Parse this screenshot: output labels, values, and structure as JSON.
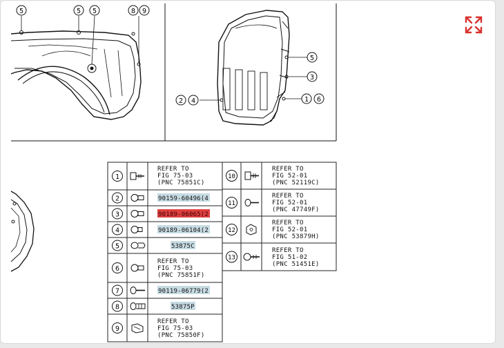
{
  "accent_color": "#d9302c",
  "highlight_colors": {
    "part_number": "#c7dbe3",
    "selected": "#e04040"
  },
  "expand_button": {
    "icon": "expand-arrows-icon"
  },
  "callouts": {
    "front_left": [
      "5",
      "5",
      "5",
      "8",
      "9"
    ],
    "side_right": [
      "2",
      "4",
      "5",
      "3",
      "1",
      "6"
    ]
  },
  "legend_left": [
    {
      "num": "1",
      "lines": [
        "REFER TO",
        "FIG 75-03",
        "(PNC 75851C)"
      ]
    },
    {
      "num": "2",
      "part": "90159-60496(4"
    },
    {
      "num": "3",
      "part": "90189-06065(2",
      "selected": true
    },
    {
      "num": "4",
      "part": "90189-06104(2"
    },
    {
      "num": "5",
      "part": "53875C"
    },
    {
      "num": "6",
      "lines": [
        "REFER TO",
        "FIG 75-03",
        "(PNC 75851F)"
      ]
    },
    {
      "num": "7",
      "part": "90119-06779(2"
    },
    {
      "num": "8",
      "part": "53875P"
    },
    {
      "num": "9",
      "lines": [
        "REFER TO",
        "FIG 75-03",
        "(PNC 75850F)"
      ]
    }
  ],
  "legend_right": [
    {
      "num": "10",
      "lines": [
        "REFER TO",
        "FIG 52-01",
        "(PNC 52119C)"
      ]
    },
    {
      "num": "11",
      "lines": [
        "REFER TO",
        "FIG 52-01",
        "(PNC 47749F)"
      ]
    },
    {
      "num": "12",
      "lines": [
        "REFER TO",
        "FIG 52-01",
        "(PNC 53879H)"
      ]
    },
    {
      "num": "13",
      "lines": [
        "REFER TO",
        "FIG 51-02",
        "(PNC 51451E)"
      ]
    }
  ]
}
